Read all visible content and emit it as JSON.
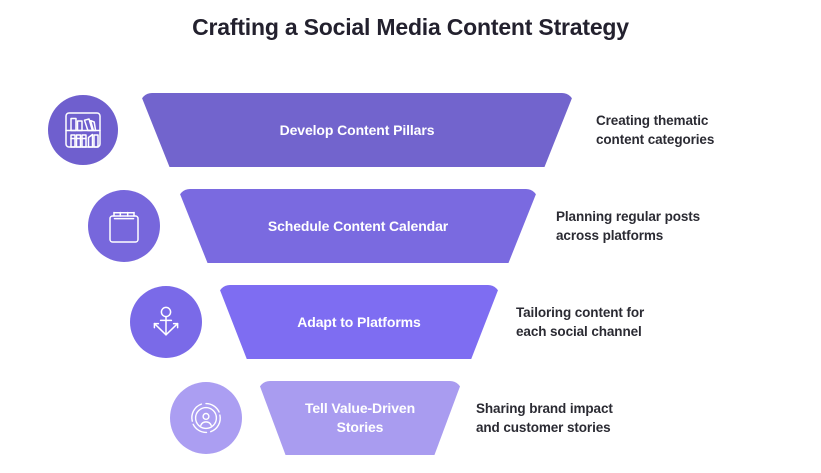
{
  "header": {
    "title": "Crafting a Social Media Content Strategy"
  },
  "theme": {
    "background": "#ffffff",
    "title_color": "#23212e",
    "description_color": "#2b2b33",
    "label_color": "#ffffff",
    "accent_1": "#7264cd",
    "accent_2": "#7a6ae0",
    "accent_3": "#7e6df2",
    "accent_4": "#a99cf0"
  },
  "funnel": {
    "type": "funnel",
    "steps": [
      {
        "index": "1",
        "label": "Develop Content Pillars",
        "description": "Creating thematic\ncontent categories",
        "icon": "bookshelf-icon",
        "bar_color": "#7264cd",
        "badge_color": "#6f5fce"
      },
      {
        "index": "2",
        "label": "Schedule Content Calendar",
        "description": "Planning regular posts\nacross platforms",
        "icon": "calendar-icon",
        "bar_color": "#7a6ae0",
        "badge_color": "#7767dc"
      },
      {
        "index": "3",
        "label": "Adapt to Platforms",
        "description": "Tailoring content for\neach social channel",
        "icon": "anchor-icon",
        "bar_color": "#7e6df2",
        "badge_color": "#7a6ae8"
      },
      {
        "index": "4",
        "label": "Tell Value-Driven\nStories",
        "description": "Sharing brand impact\nand customer stories",
        "icon": "audience-target-icon",
        "bar_color": "#a99cf0",
        "badge_color": "#ab9ef2"
      }
    ]
  }
}
